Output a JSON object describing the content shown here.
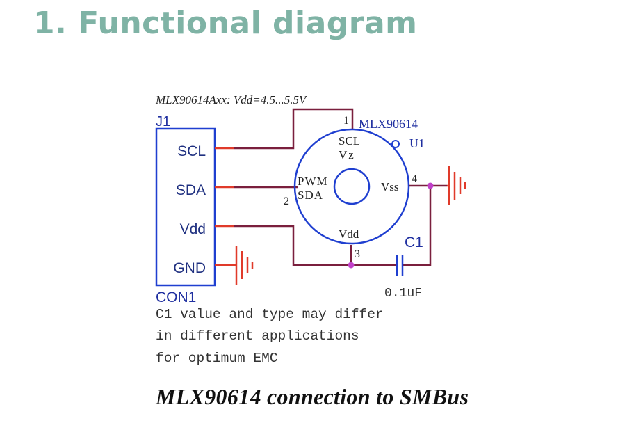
{
  "title": "1. Functional diagram",
  "caption": "MLX90614 connection to SMBus",
  "colors": {
    "title": "#7fb3a5",
    "wire": "#7a1f3d",
    "component": "#1f3fd0",
    "ground": "#e03a2a",
    "junction": "#c040c8",
    "text": "#222222"
  },
  "schematic": {
    "supply_note": "MLX90614Axx: Vdd=4.5...5.5V",
    "connector": {
      "ref": "J1",
      "part": "CON1",
      "pins": [
        "SCL",
        "SDA",
        "Vdd",
        "GND"
      ]
    },
    "sensor": {
      "part": "MLX90614",
      "ref": "U1",
      "pin_labels": {
        "scl": "SCL",
        "vz": "Vz",
        "pwm": "PWM",
        "sda": "SDA",
        "vss": "Vss",
        "vdd": "Vdd"
      },
      "pin_numbers": {
        "scl": "1",
        "sda": "2",
        "vdd": "3",
        "vss": "4"
      }
    },
    "capacitor": {
      "ref": "C1",
      "value": "0.1uF"
    },
    "note_lines": [
      "C1 value and type may differ",
      "in different applications",
      "for optimum EMC"
    ]
  }
}
